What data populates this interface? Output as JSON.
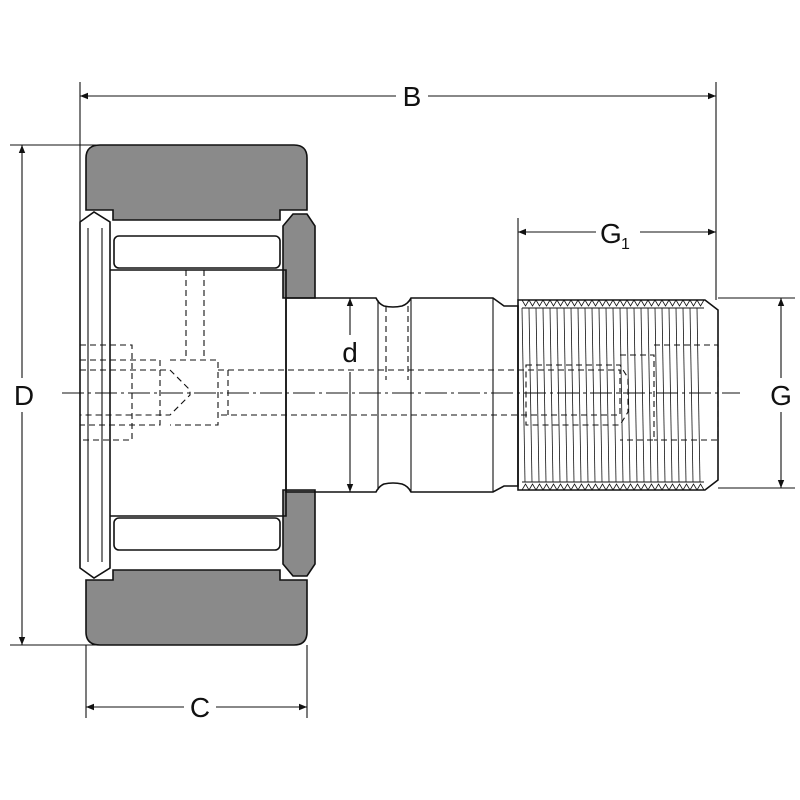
{
  "diagram": {
    "type": "cam-follower-technical-drawing",
    "labels": {
      "B": "B",
      "D": "D",
      "C": "C",
      "d": "d",
      "G": "G",
      "G1_main": "G",
      "G1_sub": "1"
    }
  }
}
